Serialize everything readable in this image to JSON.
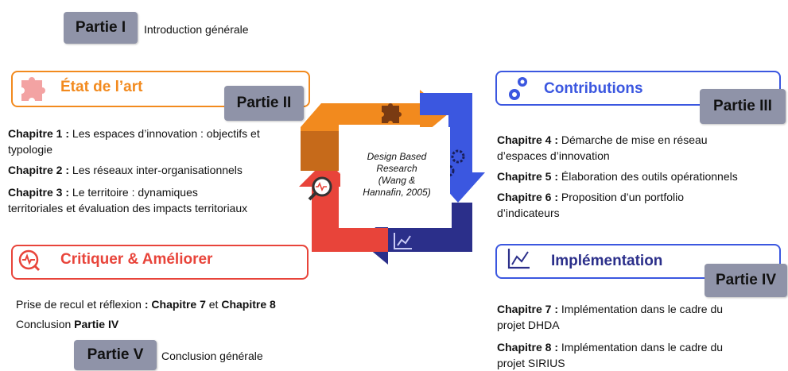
{
  "partie1": {
    "label": "Partie I",
    "text": "Introduction générale"
  },
  "etat": {
    "title": "État de l’art",
    "partie": "Partie II"
  },
  "chapitres_left": [
    {
      "num": "Chapitre 1 :",
      "text": " Les espaces d’innovation : objectifs et",
      "text2": "typologie"
    },
    {
      "num": "Chapitre 2 :",
      "text": " Les réseaux inter-organisationnels"
    },
    {
      "num": "Chapitre 3 :",
      "text": " Le territoire : dynamiques",
      "text2": "territoriales et évaluation des impacts territoriaux"
    }
  ],
  "critiquer": {
    "title": "Critiquer & Améliorer",
    "line1_a": "Prise de recul et réflexion ",
    "line1_b": ": Chapitre 7",
    "line1_c": " et ",
    "line1_d": "Chapitre 8",
    "line2_a": "Conclusion ",
    "line2_b": "Partie IV"
  },
  "partie5": {
    "label": "Partie V",
    "text": "Conclusion générale"
  },
  "center": {
    "line1": "Design Based",
    "line2": "Research",
    "line3": "(Wang &",
    "line4": "Hannafin, 2005)"
  },
  "contributions": {
    "title": "Contributions",
    "partie": "Partie III"
  },
  "chapitres_right": [
    {
      "num": "Chapitre 4 :",
      "text": " Démarche de mise en réseau",
      "text2": "d’espaces d’innovation"
    },
    {
      "num": "Chapitre 5 :",
      "text": " Élaboration des outils opérationnels"
    },
    {
      "num": "Chapitre 6 :",
      "text": " Proposition d’un portfolio",
      "text2": "d’indicateurs"
    }
  ],
  "implementation": {
    "title": "Implémentation",
    "partie": "Partie IV"
  },
  "chapitres_impl": [
    {
      "num": "Chapitre 7 :",
      "text": " Implémentation dans le cadre du",
      "text2": "projet DHDA"
    },
    {
      "num": "Chapitre 8 :",
      "text": " Implémentation dans le cadre du",
      "text2": "projet SIRIUS"
    }
  ],
  "colors": {
    "orange": "#f28a1e",
    "blue": "#3b57e0",
    "navy": "#2b2f8a",
    "red": "#e8443a"
  },
  "icons": [
    "puzzle-icon",
    "gears-icon",
    "chart-icon",
    "pulse-search-icon"
  ]
}
